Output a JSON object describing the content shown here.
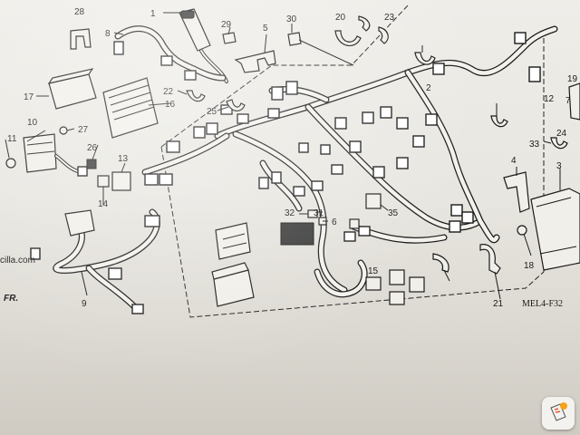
{
  "diagram": {
    "callouts": [
      "1",
      "2",
      "3",
      "4",
      "5",
      "6",
      "7",
      "8",
      "9",
      "10",
      "11",
      "12",
      "13",
      "14",
      "15",
      "16",
      "17",
      "18",
      "19",
      "20",
      "21",
      "22",
      "23",
      "24",
      "25",
      "26",
      "27",
      "28",
      "29",
      "30",
      "31",
      "32",
      "33",
      "35"
    ],
    "partial_left_text": "cilla.com",
    "direction_label": "FR.",
    "figure_code": "MEL4-F32"
  },
  "icons": {
    "corner": "app-badge-icon"
  }
}
